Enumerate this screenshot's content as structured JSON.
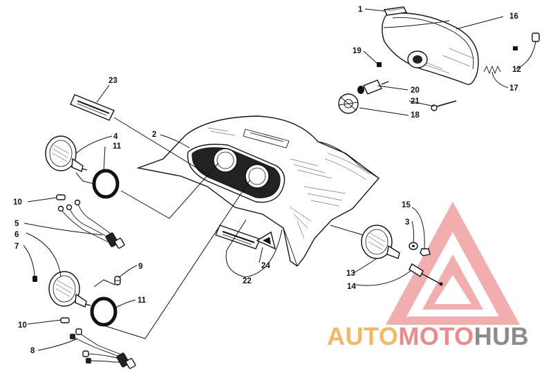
{
  "parts": [
    "1",
    "2",
    "3",
    "4",
    "5",
    "6",
    "7",
    "8",
    "9",
    "10",
    "10",
    "11",
    "11",
    "12",
    "13",
    "14",
    "15",
    "16",
    "17",
    "18",
    "19",
    "20",
    "21",
    "22",
    "23",
    "24"
  ],
  "watermark": {
    "part1": "AUTO",
    "part2": "MOTO",
    "part3": "HUB",
    "colors": {
      "auto": "#f5b860",
      "moto": "#f08a8a",
      "hub": "#8a8a8a",
      "triangle": "#f09090"
    }
  }
}
